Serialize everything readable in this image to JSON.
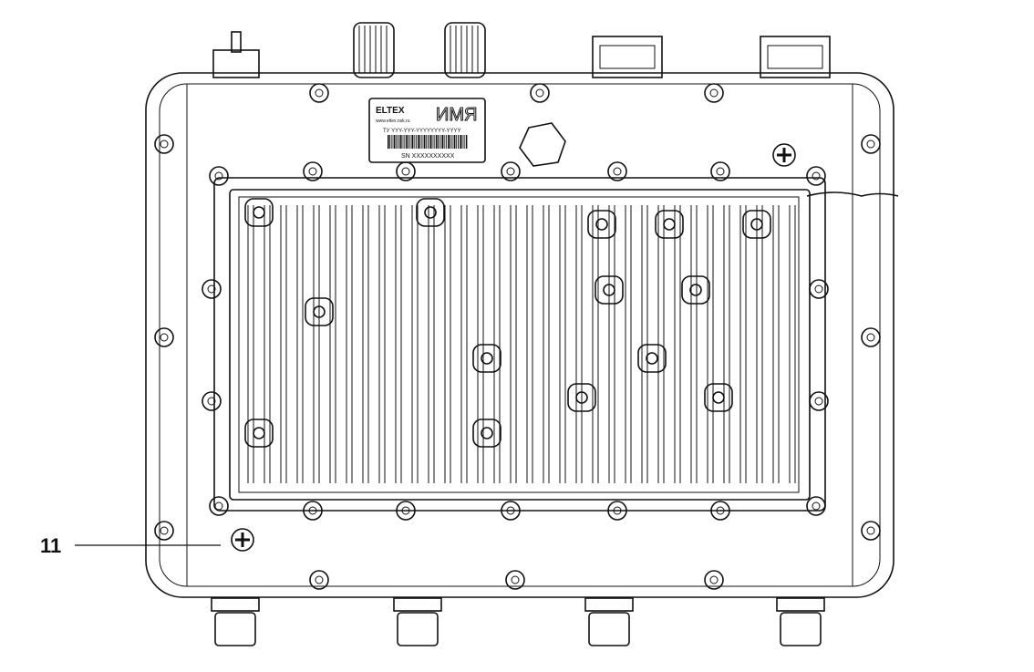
{
  "label": {
    "brand": "ELTEX",
    "website": "www.eltex.nsk.ru",
    "name": "ИМЯ",
    "spec": "ТУ YYY-YYY-YYYYYYYY-YYYY",
    "serial": "SN XXXXXXXXXX"
  },
  "callouts": [
    {
      "number": "11",
      "target": "ground-terminal"
    }
  ]
}
